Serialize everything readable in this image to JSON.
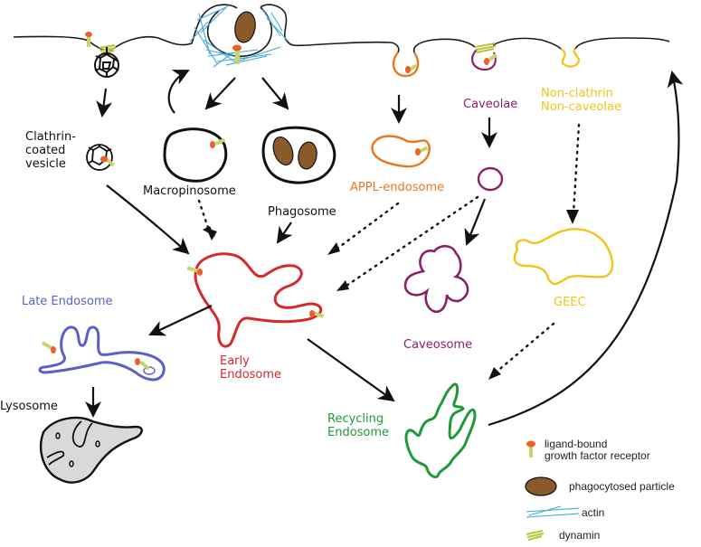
{
  "diagram": {
    "type": "endocytic-pathways-schematic",
    "colors": {
      "membrane": "#1a1a1a",
      "clathrin": "#111111",
      "receptor_ligand": "#e8622a",
      "receptor_stalk": "#c9d46a",
      "actin": "#3fa9db",
      "particle": "#8b5a2b",
      "dynamin": "#b8c43a",
      "appl": "#e87722",
      "caveolae": "#8e2063",
      "non_clathrin": "#f2c318",
      "early_endosome": "#d42a2a",
      "late_endosome": "#5b5fc7",
      "lysosome_fill": "#d9d9d9",
      "recycling": "#1f9a3a"
    },
    "labels": {
      "clathrin_vesicle": "Clathrin-\ncoated\nvesicle",
      "macropinosome": "Macropinosome",
      "phagosome": "Phagosome",
      "appl_endosome": "APPL-endosome",
      "caveolae": "Caveolae",
      "non_clathrin": "Non-clathrin\nNon-caveolae",
      "early_endosome": "Early\nEndosome",
      "late_endosome": "Late Endosome",
      "lysosome": "Lysosome",
      "caveosome": "Caveosome",
      "geec": "GEEC",
      "recycling_endosome": "Recycling\nEndosome"
    },
    "legend": [
      {
        "key": "receptor",
        "text": "ligand-bound\ngrowth factor receptor"
      },
      {
        "key": "particle",
        "text": "phagocytosed particle"
      },
      {
        "key": "actin",
        "text": "actin"
      },
      {
        "key": "dynamin",
        "text": "dynamin"
      }
    ],
    "pathways": [
      {
        "from": "plasma membrane (clathrin pit)",
        "to": "Clathrin-coated vesicle",
        "style": "solid"
      },
      {
        "from": "Clathrin-coated vesicle",
        "to": "Early Endosome",
        "style": "solid"
      },
      {
        "from": "plasma membrane (actin ruffle)",
        "to": "Macropinosome",
        "style": "solid"
      },
      {
        "from": "Macropinosome",
        "to": "plasma membrane (actin ruffle)",
        "style": "solid"
      },
      {
        "from": "plasma membrane (actin ruffle)",
        "to": "Phagosome",
        "style": "solid"
      },
      {
        "from": "Macropinosome",
        "to": "Early Endosome",
        "style": "dotted"
      },
      {
        "from": "Phagosome",
        "to": "Early Endosome",
        "style": "solid"
      },
      {
        "from": "plasma membrane (APPL pit)",
        "to": "APPL-endosome",
        "style": "solid"
      },
      {
        "from": "APPL-endosome",
        "to": "Early Endosome",
        "style": "dotted"
      },
      {
        "from": "Caveolae",
        "to": "caveolar vesicle",
        "style": "solid"
      },
      {
        "from": "caveolar vesicle",
        "to": "Early Endosome",
        "style": "dotted"
      },
      {
        "from": "caveolar vesicle",
        "to": "Caveosome",
        "style": "solid"
      },
      {
        "from": "Non-clathrin Non-caveolae",
        "to": "GEEC",
        "style": "dotted"
      },
      {
        "from": "GEEC",
        "to": "Recycling Endosome",
        "style": "dotted"
      },
      {
        "from": "Early Endosome",
        "to": "Late Endosome",
        "style": "solid"
      },
      {
        "from": "Late Endosome",
        "to": "Lysosome",
        "style": "solid"
      },
      {
        "from": "Early Endosome",
        "to": "Recycling Endosome",
        "style": "solid"
      },
      {
        "from": "Recycling Endosome",
        "to": "plasma membrane",
        "style": "solid"
      }
    ]
  }
}
